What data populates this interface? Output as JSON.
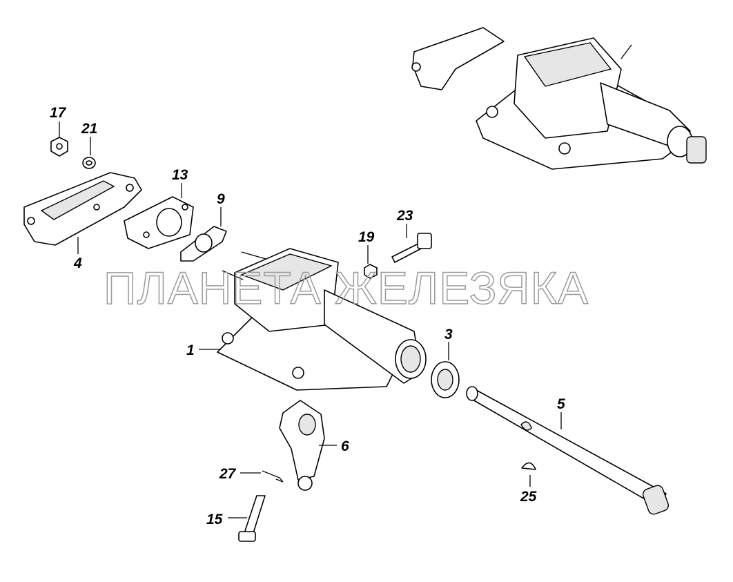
{
  "watermark": "ПЛАНЕТА ЖЕЛЕЗЯКА",
  "callouts": {
    "p17": "17",
    "p21": "21",
    "p13": "13",
    "p9": "9",
    "p4": "4",
    "p23": "23",
    "p19": "19",
    "p1": "1",
    "p3": "3",
    "p5": "5",
    "p6": "6",
    "p27": "27",
    "p15": "15",
    "p25": "25"
  }
}
